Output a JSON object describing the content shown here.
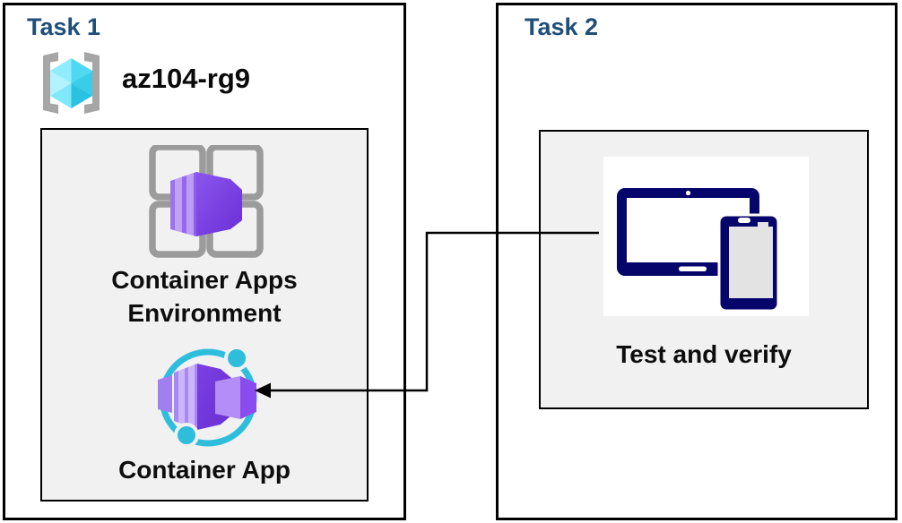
{
  "task1": {
    "title": "Task 1",
    "resource_group_name": "az104-rg9",
    "nodes": [
      {
        "label": "Container Apps Environment",
        "line1": "Container Apps",
        "line2": "Environment",
        "icon": "container-apps-environment-icon"
      },
      {
        "label": "Container App",
        "icon": "container-app-icon"
      }
    ]
  },
  "task2": {
    "title": "Task 2",
    "nodes": [
      {
        "label": "Test and verify",
        "icon": "tablet-and-phone-icon"
      }
    ]
  },
  "connector": {
    "from": "Test and verify",
    "to": "Container App",
    "shape": "elbow",
    "arrowhead": "left"
  },
  "colors": {
    "title_blue": "#1F4E79",
    "panel_border": "#000000",
    "node_box_fill": "#F1F1F2",
    "label_black": "#0D0D0D",
    "bracket_gray": "#A6A6A6",
    "cube_cyan_light": "#90EDFF",
    "cube_cyan_dark": "#29C2E0",
    "grid_gray": "#9B9B9B",
    "purple_light": "#A888F3",
    "purple_dark": "#6B2FD6",
    "ring_cyan": "#2EBEDC",
    "device_navy": "#05056B",
    "phone_screen_gray": "#E3E3E3"
  }
}
